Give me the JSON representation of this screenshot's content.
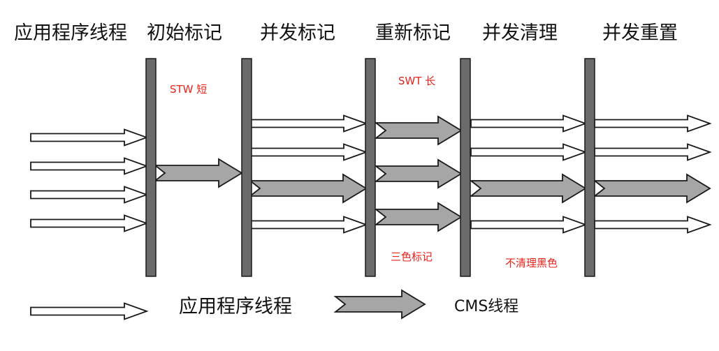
{
  "phases": [
    "应用程序线程",
    "初始标记",
    "并发标记",
    "重新标记",
    "并发清理",
    "并发重置"
  ],
  "notes": {
    "stw_short": "STW 短",
    "swt_long": "SWT 长",
    "tricolor_marking": "三色标记",
    "no_clean_black": "不清理黑色"
  },
  "legend": {
    "app_thread": "应用程序线程",
    "cms_thread": "CMS线程"
  },
  "colors": {
    "bar": "#6b6b6b",
    "cms_arrow": "#a6a6a6",
    "app_arrow": "#ffffff",
    "outline": "#1a1a1a",
    "note": "#e8231b"
  }
}
